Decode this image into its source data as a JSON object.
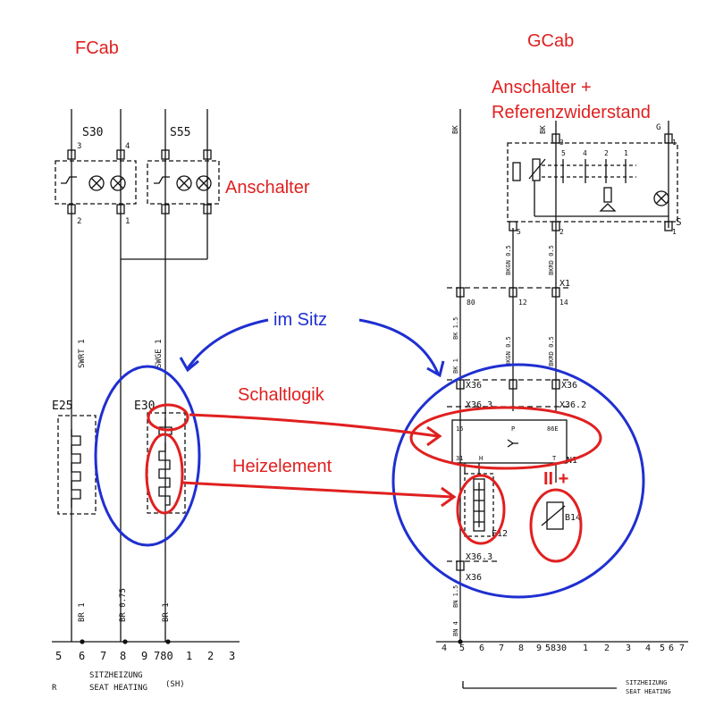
{
  "colors": {
    "annotation_red": "#e02020",
    "annotation_blue": "#1f2fd0",
    "schematic": "#111111"
  },
  "annotations": {
    "fcab": "FCab",
    "gcab": "GCab",
    "anschalter": "Anschalter",
    "gcab_anschalter_line1": "Anschalter +",
    "gcab_anschalter_line2": "Referenzwiderstand",
    "im_sitz": "im Sitz",
    "schaltlogik": "Schaltlogik",
    "heizelement": "Heizelement",
    "mark": "II +"
  },
  "left_schematic": {
    "switch_1": "S30",
    "switch_2": "S55",
    "pin_3": "3",
    "pin_4": "4",
    "pin_2": "2",
    "pin_1": "1",
    "wire_swrt": "SWRT 1",
    "wire_swge": "SWGE 1",
    "comp_e25": "E25",
    "comp_e30": "E30",
    "wire_br1a": "BR 1",
    "wire_br075": "BR 0.75",
    "wire_br1b": "BR 1",
    "bus_numbers": [
      "5",
      "6",
      "7",
      "8",
      "9",
      "780",
      "1",
      "2",
      "3"
    ],
    "footer_de": "SITZHEIZUNG",
    "footer_en": "SEAT HEATING",
    "footer_code": "(SH)",
    "footer_r": "R"
  },
  "right_schematic": {
    "wire_bk": "BK",
    "wire_g": "G",
    "pin_3": "3",
    "pin_5": "5",
    "pin_4": "4",
    "pin_2": "2",
    "pin_1": "1",
    "pin_s": "S",
    "wire_bkgn": "BKGN 0.5",
    "wire_bkrd": "BKRD 0.5",
    "x1": "X1",
    "pin_80": "80",
    "pin_12": "12",
    "pin_14": "14",
    "wire_bk15": "BK 1.5",
    "wire_bk1": "BK 1",
    "x36": "X36",
    "x362": "X36.2",
    "x363a": "X36.3",
    "x363b": "X36.3",
    "x36b": "X36",
    "pin_15": "15",
    "pin_p": "P",
    "pin_86e": "86E",
    "pin_31": "31",
    "pin_h": "H",
    "pin_t": "T",
    "comp_n1": "N1",
    "comp_e12": "E12",
    "comp_b14": "B14",
    "wire_bn15": "BN 1.5",
    "wire_bn4": "BN 4",
    "bus_numbers": [
      "4",
      "5",
      "6",
      "7",
      "8",
      "9",
      "5830",
      "1",
      "2",
      "3",
      "4",
      "5",
      "6",
      "7"
    ],
    "footer_de": "SITZHEIZUNG",
    "footer_en": "SEAT HEATING"
  }
}
